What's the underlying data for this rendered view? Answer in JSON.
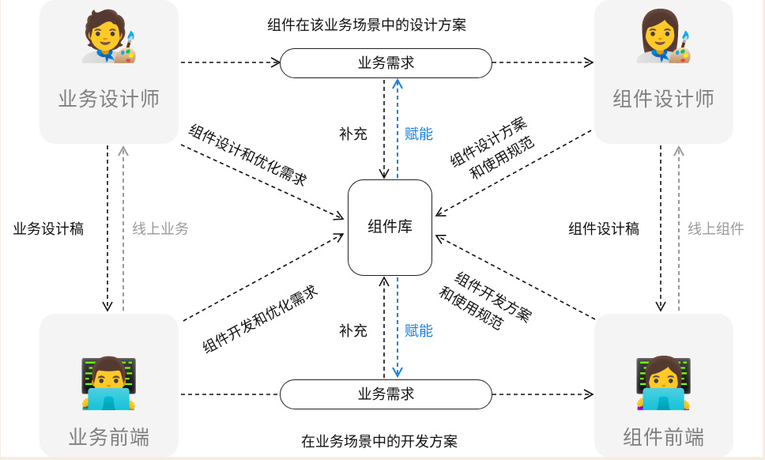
{
  "roles": {
    "business_designer": {
      "emoji": "🧑‍🎨",
      "name": "业务设计师"
    },
    "component_designer": {
      "emoji": "👩‍🎨",
      "name": "组件设计师"
    },
    "business_frontend": {
      "emoji": "👨‍💻",
      "name": "业务前端"
    },
    "component_frontend": {
      "emoji": "👩‍💻",
      "name": "组件前端"
    }
  },
  "center": {
    "label": "组件库"
  },
  "top_pill": {
    "label": "业务需求",
    "caption": "组件在该业务场景中的设计方案"
  },
  "bottom_pill": {
    "label": "业务需求",
    "caption": "在业务场景中的开发方案"
  },
  "flows": {
    "top_supplement": "补充",
    "top_empower": "赋能",
    "bottom_supplement": "补充",
    "bottom_empower": "赋能",
    "left_down": "业务设计稿",
    "left_up": "线上业务",
    "right_down": "组件设计稿",
    "right_up": "线上组件",
    "diag_tl": "组件设计和优化需求",
    "diag_tr_line1": "组件设计方案",
    "diag_tr_line2": "和使用规范",
    "diag_bl": "组件开发和优化需求",
    "diag_br_line1": "组件开发方案",
    "diag_br_line2": "和使用规范"
  },
  "colors": {
    "line": "#111111",
    "empower": "#1a7fe0",
    "online": "#9a9a9a",
    "card": "#f4f4f4",
    "frame": "#f8ede3"
  }
}
